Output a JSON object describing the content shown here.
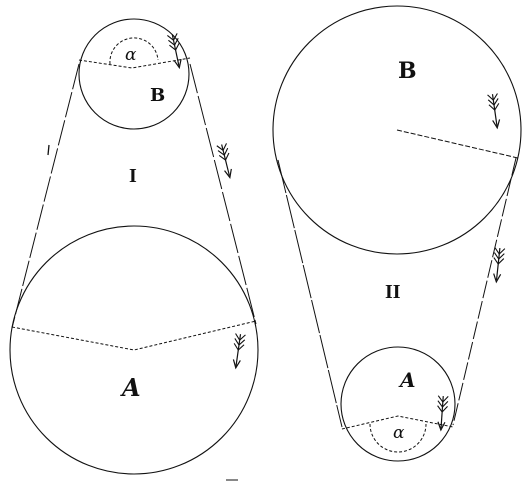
{
  "figure_I": {
    "label_roman": "I",
    "small_pulley_label": "B",
    "large_pulley_label": "A",
    "angle_label": "α"
  },
  "figure_II": {
    "label_roman": "II",
    "large_pulley_label": "B",
    "small_pulley_label": "A",
    "angle_label": "α"
  },
  "colors": {
    "ink": "#111111",
    "paper": "#ffffff"
  },
  "icons": [
    "arrow-icon"
  ]
}
